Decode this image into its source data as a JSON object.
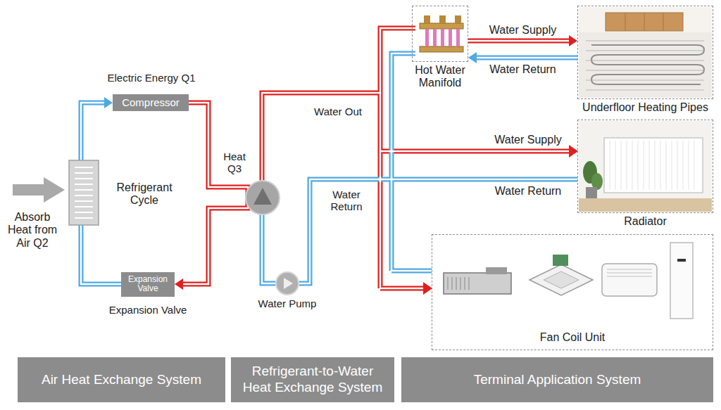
{
  "diagram": {
    "nodes": [
      {
        "text": [
          "Compressor"
        ]
      },
      {
        "text": [
          "Expansion Valve"
        ]
      },
      {
        "text": [
          "Water Pump"
        ]
      },
      {
        "text": [
          "Hot Water Manifold"
        ]
      },
      {
        "text": [
          "Underfloor Heating Pipes"
        ]
      },
      {
        "text": [
          "Radiator"
        ]
      },
      {
        "text": [
          "Fan Coil Unit"
        ]
      },
      {
        "text": [
          "Air Heat Exchange System"
        ]
      },
      {
        "text": [
          "Refrigerant-to-Water Heat Exchange System"
        ]
      },
      {
        "text": [
          "Terminal Application System"
        ]
      }
    ],
    "edges": [
      {
        "from": 0,
        "to": 1,
        "arrow": "to"
      },
      {
        "from": 1,
        "to": 0,
        "arrow": "to"
      },
      {
        "from": 3,
        "to": 4,
        "label": "Water Supply",
        "arrow": "to"
      },
      {
        "from": 4,
        "to": 3,
        "label": "Water Return",
        "arrow": "to"
      }
    ],
    "labels": [
      "Electric Energy Q1",
      "Refrigerant Cycle",
      "Absorb Heat from Air Q2",
      "Expansion Valve",
      "Heat Q3",
      "Water Out",
      "Water Return",
      "Water Supply",
      "Water Return"
    ]
  }
}
